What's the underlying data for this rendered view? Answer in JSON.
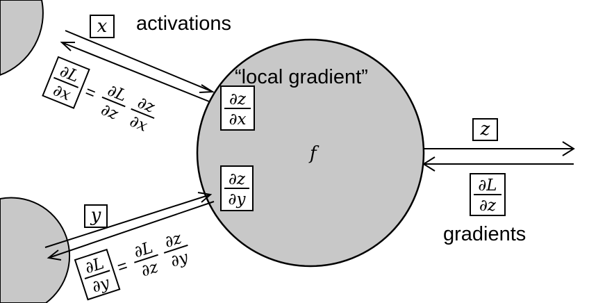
{
  "labels": {
    "activations": "activations",
    "local_gradient": "“local gradient”",
    "gradients": "gradients",
    "node_function": "f"
  },
  "variables": {
    "x": "x",
    "y": "y",
    "z": "z"
  },
  "fractions": {
    "dL_dx": {
      "num": "∂L",
      "den": "∂x"
    },
    "dL_dy": {
      "num": "∂L",
      "den": "∂y"
    },
    "dL_dz": {
      "num": "∂L",
      "den": "∂z"
    },
    "dz_dx": {
      "num": "∂z",
      "den": "∂x"
    },
    "dz_dy": {
      "num": "∂z",
      "den": "∂y"
    }
  },
  "equals": "=",
  "colors": {
    "node_fill": "#c8c8c8",
    "stroke": "#000000",
    "background": "#ffffff"
  }
}
